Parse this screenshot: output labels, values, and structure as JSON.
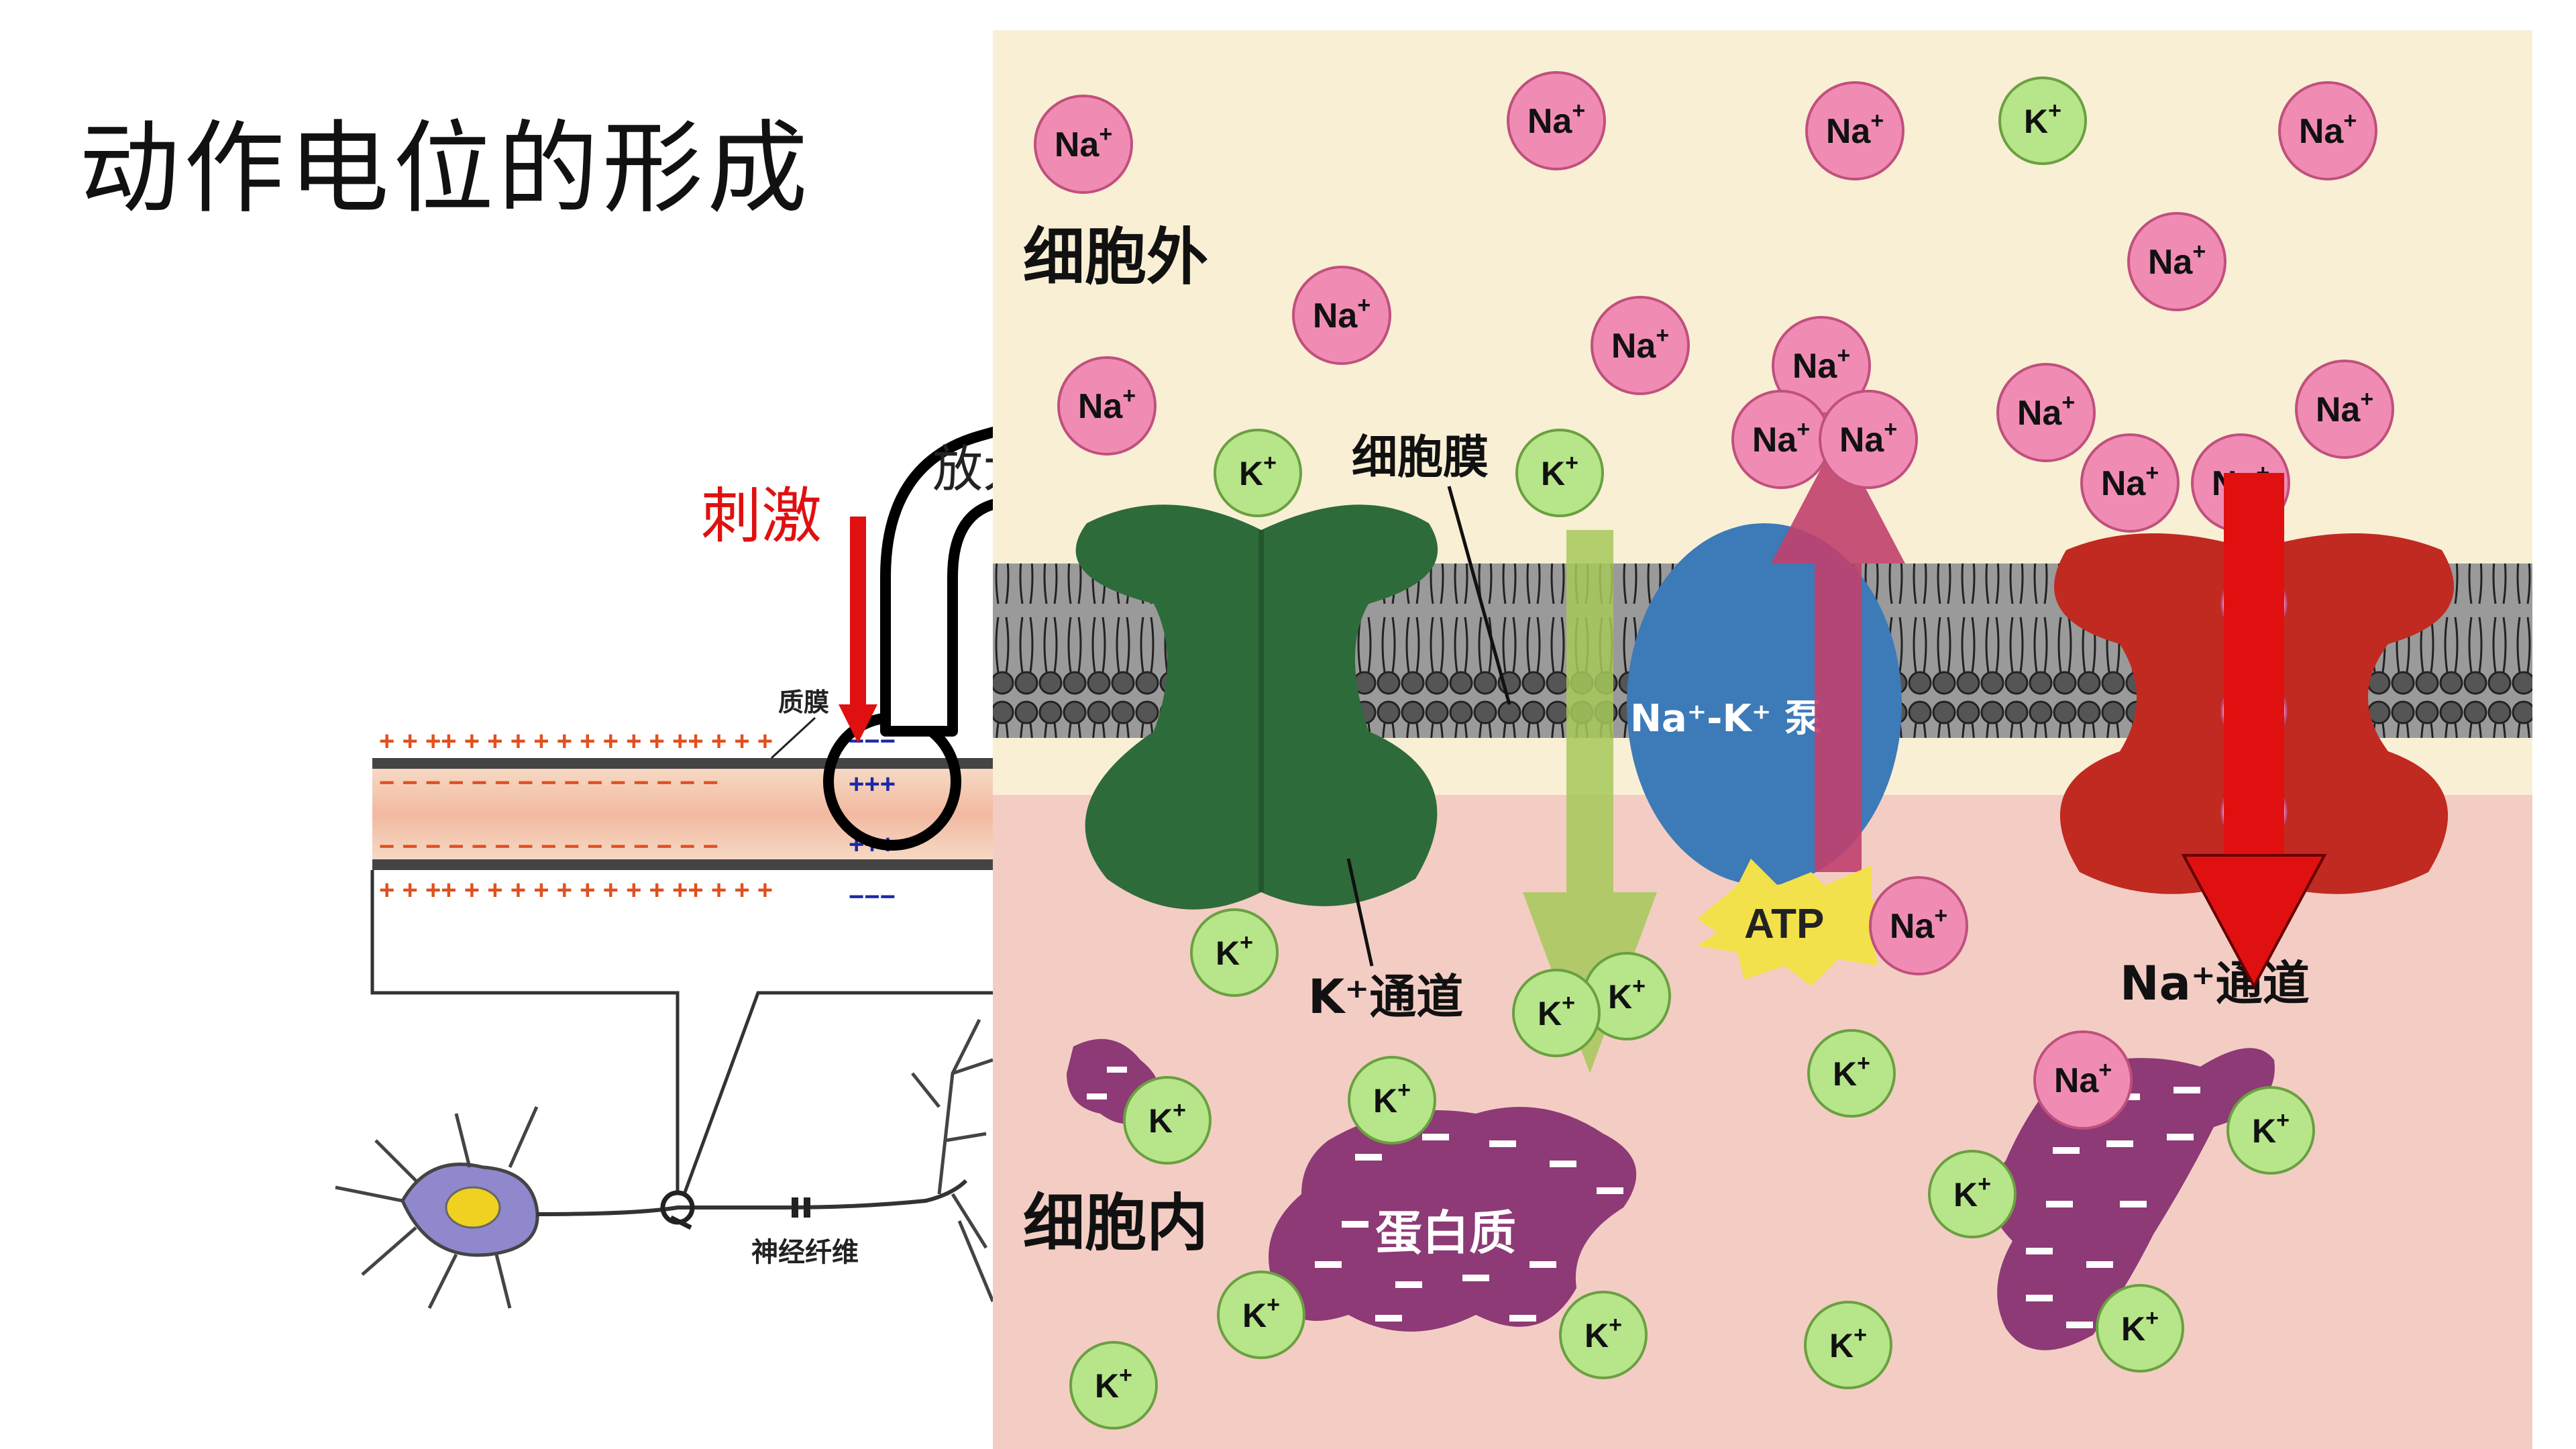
{
  "title": "动作电位的形成",
  "labels": {
    "stimulus": "刺激",
    "magnify": "放大",
    "plasma_membrane": "质膜",
    "nerve_fiber": "神经纤维",
    "extracellular": "细胞外",
    "intracellular": "细胞内",
    "cell_membrane": "细胞膜",
    "pump": "Na⁺-K⁺ 泵",
    "atp": "ATP",
    "k_channel": "K⁺通道",
    "na_channel": "Na⁺通道",
    "protein": "蛋白质"
  },
  "ions": {
    "na": "Na",
    "k": "K",
    "plus": "+",
    "minus": "−"
  },
  "signs": {
    "plus_row": "+  +  ++  +  +  +  +  +  +  +  +  +  ++  +  +  +",
    "minus_row": "−  −  −  −  −  −  −  −  −  −  −  −  −  −  −",
    "plus_local": "+++",
    "minus_local": "−−−"
  },
  "colors": {
    "na_ion": "#f08cb4",
    "k_ion": "#b6e58a",
    "extracellular_bg": "#f8efd5",
    "intracellular_bg": "#f3cdc4",
    "k_channel": "#2e6b3a",
    "pump": "#3d7ab8",
    "na_channel": "#c02a20",
    "protein": "#8d3a76",
    "red_arrow": "#e01010"
  }
}
